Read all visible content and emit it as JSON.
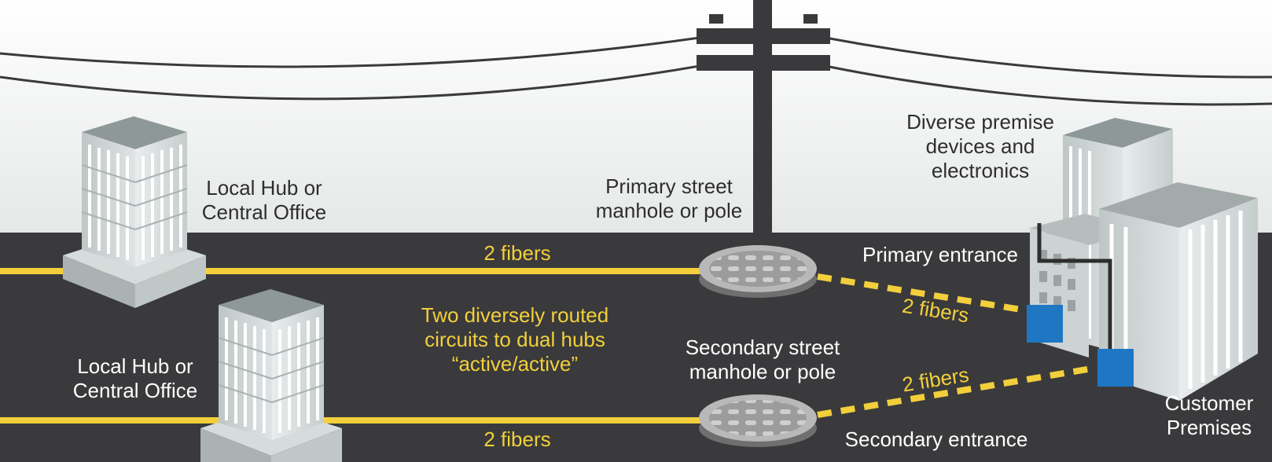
{
  "colors": {
    "road": "#3a3a3c",
    "sky_top": "#ffffff",
    "sky_bottom": "#e8eaea",
    "fiber": "#f2cf3b",
    "device": "#1f77c4",
    "pole": "#3a3a3c",
    "building_light": "#e4e8e8",
    "building_mid": "#c9cfcf",
    "building_dark": "#9aa2a2"
  },
  "labels": {
    "hub_top": [
      "Local Hub or",
      "Central Office"
    ],
    "hub_bottom": [
      "Local Hub or",
      "Central Office"
    ],
    "primary_street": [
      "Primary street",
      "manhole or pole"
    ],
    "secondary_street": [
      "Secondary street",
      "manhole or pole"
    ],
    "diverse_devices": [
      "Diverse premise",
      "devices and",
      "electronics"
    ],
    "primary_entrance": "Primary entrance",
    "secondary_entrance": "Secondary entrance",
    "customer_premises": [
      "Customer",
      "Premises"
    ],
    "fiber_top": "2 fibers",
    "fiber_bottom": "2 fibers",
    "fiber_primary_link": "2 fibers",
    "fiber_secondary_link": "2 fibers",
    "circuits_note": [
      "Two diversely routed",
      "circuits to dual hubs",
      "“active/active”"
    ]
  },
  "icons": [
    "office-building-icon",
    "utility-pole-icon",
    "manhole-cover-icon",
    "premise-device-icon"
  ]
}
